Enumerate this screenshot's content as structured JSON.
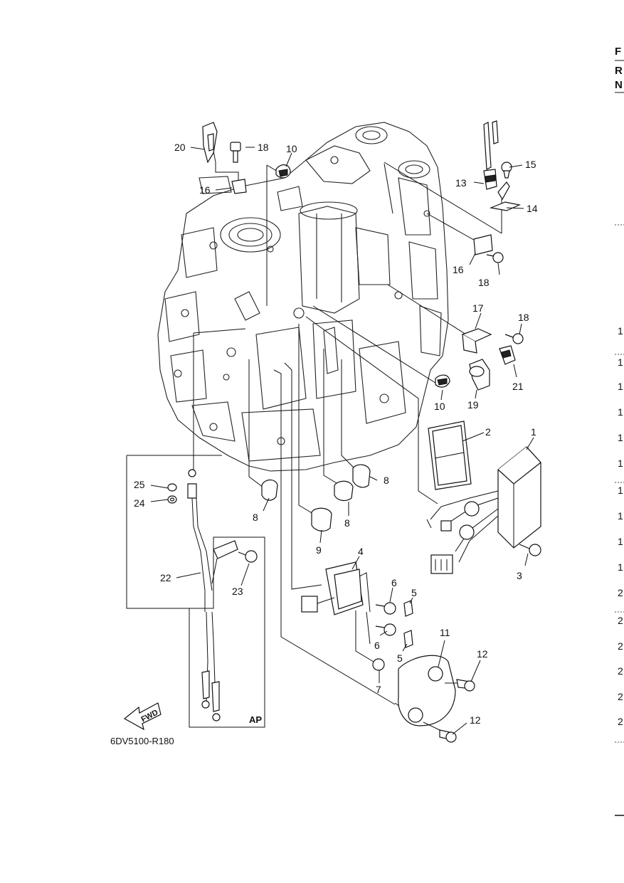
{
  "callouts": {
    "c1": "1",
    "c2": "2",
    "c3": "3",
    "c4": "4",
    "c5a": "5",
    "c5b": "5",
    "c6a": "6",
    "c6b": "6",
    "c7": "7",
    "c8a": "8",
    "c8b": "8",
    "c8c": "8",
    "c9": "9",
    "c10a": "10",
    "c10b": "10",
    "c11": "11",
    "c12a": "12",
    "c12b": "12",
    "c13": "13",
    "c14": "14",
    "c15": "15",
    "c16a": "16",
    "c16b": "16",
    "c17": "17",
    "c18a": "18",
    "c18b": "18",
    "c18c": "18",
    "c19": "19",
    "c20": "20",
    "c21": "21",
    "c22": "22",
    "c23": "23",
    "c24": "24",
    "c25": "25"
  },
  "diagram_code": "6DV5100-R180",
  "region_label": "AP",
  "fwd_label": "FWD",
  "right_edge": {
    "header_letters": [
      "F",
      "R",
      "N"
    ],
    "row_digits": [
      "1",
      "1",
      "1",
      "1",
      "1",
      "1",
      "1",
      "1",
      "1",
      "1",
      "2",
      "2",
      "2",
      "2",
      "2",
      "2"
    ]
  }
}
